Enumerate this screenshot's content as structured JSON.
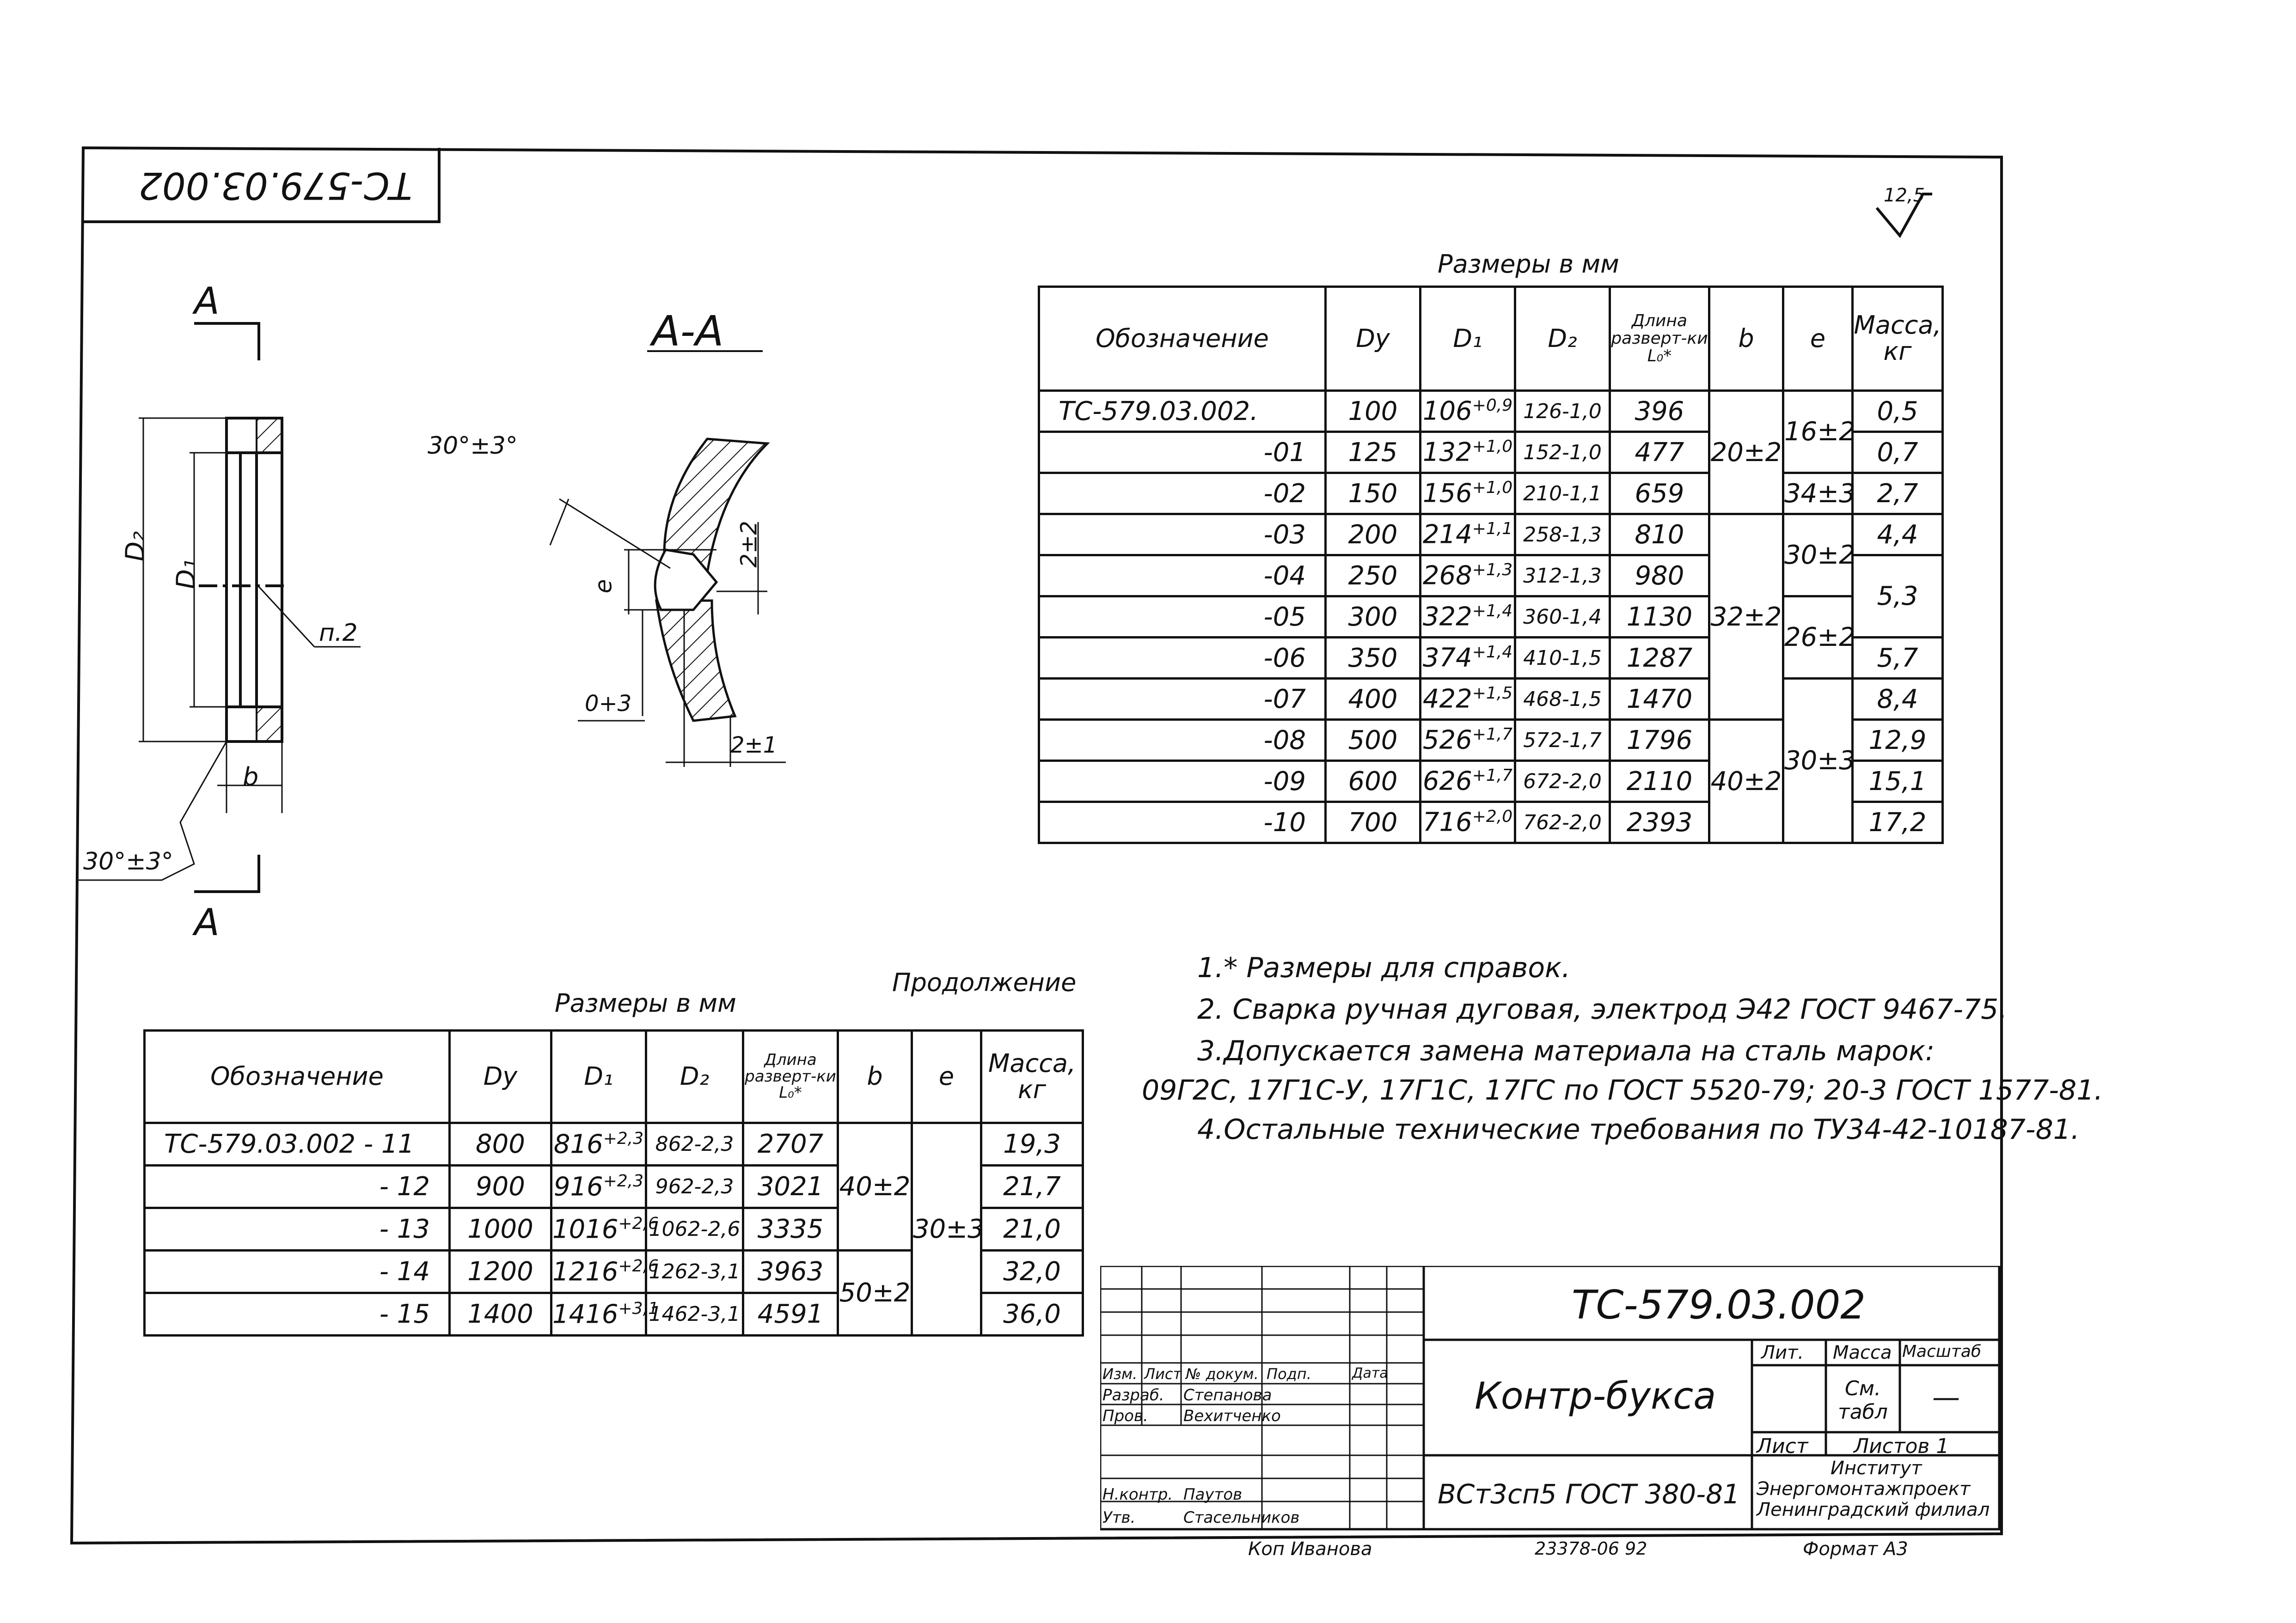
{
  "sheet": {
    "corner_code": "ТС-579.03.002",
    "roughness": "12,5",
    "view_marker": "А",
    "section_title": "А-А",
    "angle_label": "30°±3°",
    "angle_label_2": "30°±3°",
    "dim_d2": "D₂",
    "dim_d1": "D₁",
    "dim_b": "b",
    "dim_e": "e",
    "note_ref": "п.2",
    "dim_gap": "2±2",
    "dim_root": "0+3",
    "dim_land": "2±1"
  },
  "table_main": {
    "caption": "Размеры в мм",
    "headers": [
      "Обозначение",
      "Dy",
      "D₁",
      "D₂",
      "Длина разверт-ки L₀*",
      "b",
      "e",
      "Масса, кг"
    ],
    "rows": [
      {
        "des": "ТС-579.03.002.",
        "dy": "100",
        "d1": "106",
        "d1tol": "+0,9",
        "d2": "126-1,0",
        "l0": "396",
        "mass": "0,5"
      },
      {
        "des": "-01",
        "dy": "125",
        "d1": "132",
        "d1tol": "+1,0",
        "d2": "152-1,0",
        "l0": "477",
        "mass": "0,7"
      },
      {
        "des": "-02",
        "dy": "150",
        "d1": "156",
        "d1tol": "+1,0",
        "d2": "210-1,1",
        "l0": "659",
        "mass": "2,7"
      },
      {
        "des": "-03",
        "dy": "200",
        "d1": "214",
        "d1tol": "+1,1",
        "d2": "258-1,3",
        "l0": "810",
        "mass": "4,4"
      },
      {
        "des": "-04",
        "dy": "250",
        "d1": "268",
        "d1tol": "+1,3",
        "d2": "312-1,3",
        "l0": "980",
        "mass": "5,3"
      },
      {
        "des": "-05",
        "dy": "300",
        "d1": "322",
        "d1tol": "+1,4",
        "d2": "360-1,4",
        "l0": "1130",
        "mass": ""
      },
      {
        "des": "-06",
        "dy": "350",
        "d1": "374",
        "d1tol": "+1,4",
        "d2": "410-1,5",
        "l0": "1287",
        "mass": "5,7"
      },
      {
        "des": "-07",
        "dy": "400",
        "d1": "422",
        "d1tol": "+1,5",
        "d2": "468-1,5",
        "l0": "1470",
        "mass": "8,4"
      },
      {
        "des": "-08",
        "dy": "500",
        "d1": "526",
        "d1tol": "+1,7",
        "d2": "572-1,7",
        "l0": "1796",
        "mass": "12,9"
      },
      {
        "des": "-09",
        "dy": "600",
        "d1": "626",
        "d1tol": "+1,7",
        "d2": "672-2,0",
        "l0": "2110",
        "mass": "15,1"
      },
      {
        "des": "-10",
        "dy": "700",
        "d1": "716",
        "d1tol": "+2,0",
        "d2": "762-2,0",
        "l0": "2393",
        "mass": "17,2"
      }
    ],
    "b_groups": [
      "20±2",
      "32±2",
      "40±2"
    ],
    "e_groups": [
      "16±2",
      "34±3",
      "30±2",
      "26±2",
      "30±3"
    ]
  },
  "table_cont": {
    "caption": "Размеры в мм",
    "continued": "Продолжение",
    "headers": [
      "Обозначение",
      "Dy",
      "D₁",
      "D₂",
      "Длина разверт-ки L₀*",
      "b",
      "e",
      "Масса, кг"
    ],
    "rows": [
      {
        "des": "ТС-579.03.002 - 11",
        "dy": "800",
        "d1": "816",
        "d1tol": "+2,3",
        "d2": "862-2,3",
        "l0": "2707",
        "mass": "19,3"
      },
      {
        "des": "- 12",
        "dy": "900",
        "d1": "916",
        "d1tol": "+2,3",
        "d2": "962-2,3",
        "l0": "3021",
        "mass": "21,7"
      },
      {
        "des": "- 13",
        "dy": "1000",
        "d1": "1016",
        "d1tol": "+2,6",
        "d2": "1062-2,6",
        "l0": "3335",
        "mass": "21,0"
      },
      {
        "des": "- 14",
        "dy": "1200",
        "d1": "1216",
        "d1tol": "+2,6",
        "d2": "1262-3,1",
        "l0": "3963",
        "mass": "32,0"
      },
      {
        "des": "- 15",
        "dy": "1400",
        "d1": "1416",
        "d1tol": "+3,1",
        "d2": "1462-3,1",
        "l0": "4591",
        "mass": "36,0"
      }
    ],
    "b_groups": [
      "40±2",
      "50±2"
    ],
    "e_groups": [
      "30±3"
    ]
  },
  "notes": [
    "1.* Размеры для справок.",
    "2. Сварка ручная дуговая, электрод Э42 ГОСТ 9467-75.",
    "3.Допускается замена материала на сталь марок:",
    "09Г2С, 17Г1С-У, 17Г1С, 17ГС по ГОСТ 5520-79; 20-3 ГОСТ 1577-81.",
    "4.Остальные технические требования по ТУ34-42-10187-81."
  ],
  "title_block": {
    "doc_code": "ТС-579.03.002",
    "part_name": "Контр-букса",
    "material": "ВСт3сп5 ГОСТ 380-81",
    "col_lit": "Лит.",
    "col_mass": "Масса",
    "col_scale": "Масштаб",
    "mass_value": "См. табл",
    "scale_value": "—",
    "sheet_label": "Лист",
    "sheets_label": "Листов 1",
    "org_line1": "Институт",
    "org_line2": "Энергомонтажпроект",
    "org_line3": "Ленинградский филиал",
    "hdr_izm": "Изм.",
    "hdr_list": "Лист",
    "hdr_doc": "№ докум.",
    "hdr_sign": "Подп.",
    "hdr_date": "Дата",
    "role_dev": "Разраб.",
    "name_dev": "Степанова",
    "role_chk": "Пров.",
    "name_chk": "Вехитченко",
    "role_nc": "Н.контр.",
    "name_nc": "Паутов",
    "role_app": "Утв.",
    "name_app": "Стасельников",
    "copied": "Коп Иванова",
    "archive": "23378-06   92",
    "format": "Формат А3"
  }
}
